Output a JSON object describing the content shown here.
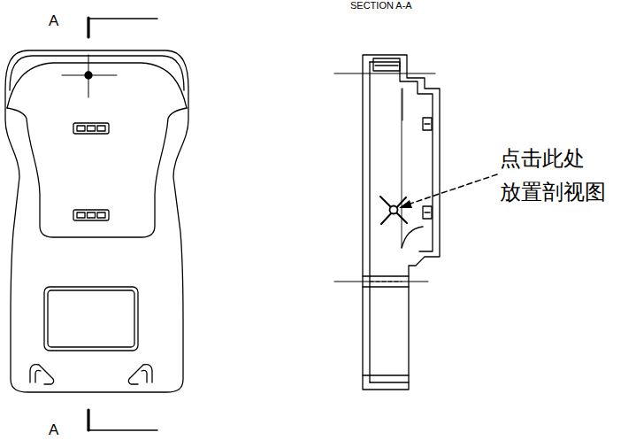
{
  "diagram": {
    "labels": [
      "A",
      "SECTION A-A",
      "点击此处 放置剖视图",
      "A"
    ]
  }
}
